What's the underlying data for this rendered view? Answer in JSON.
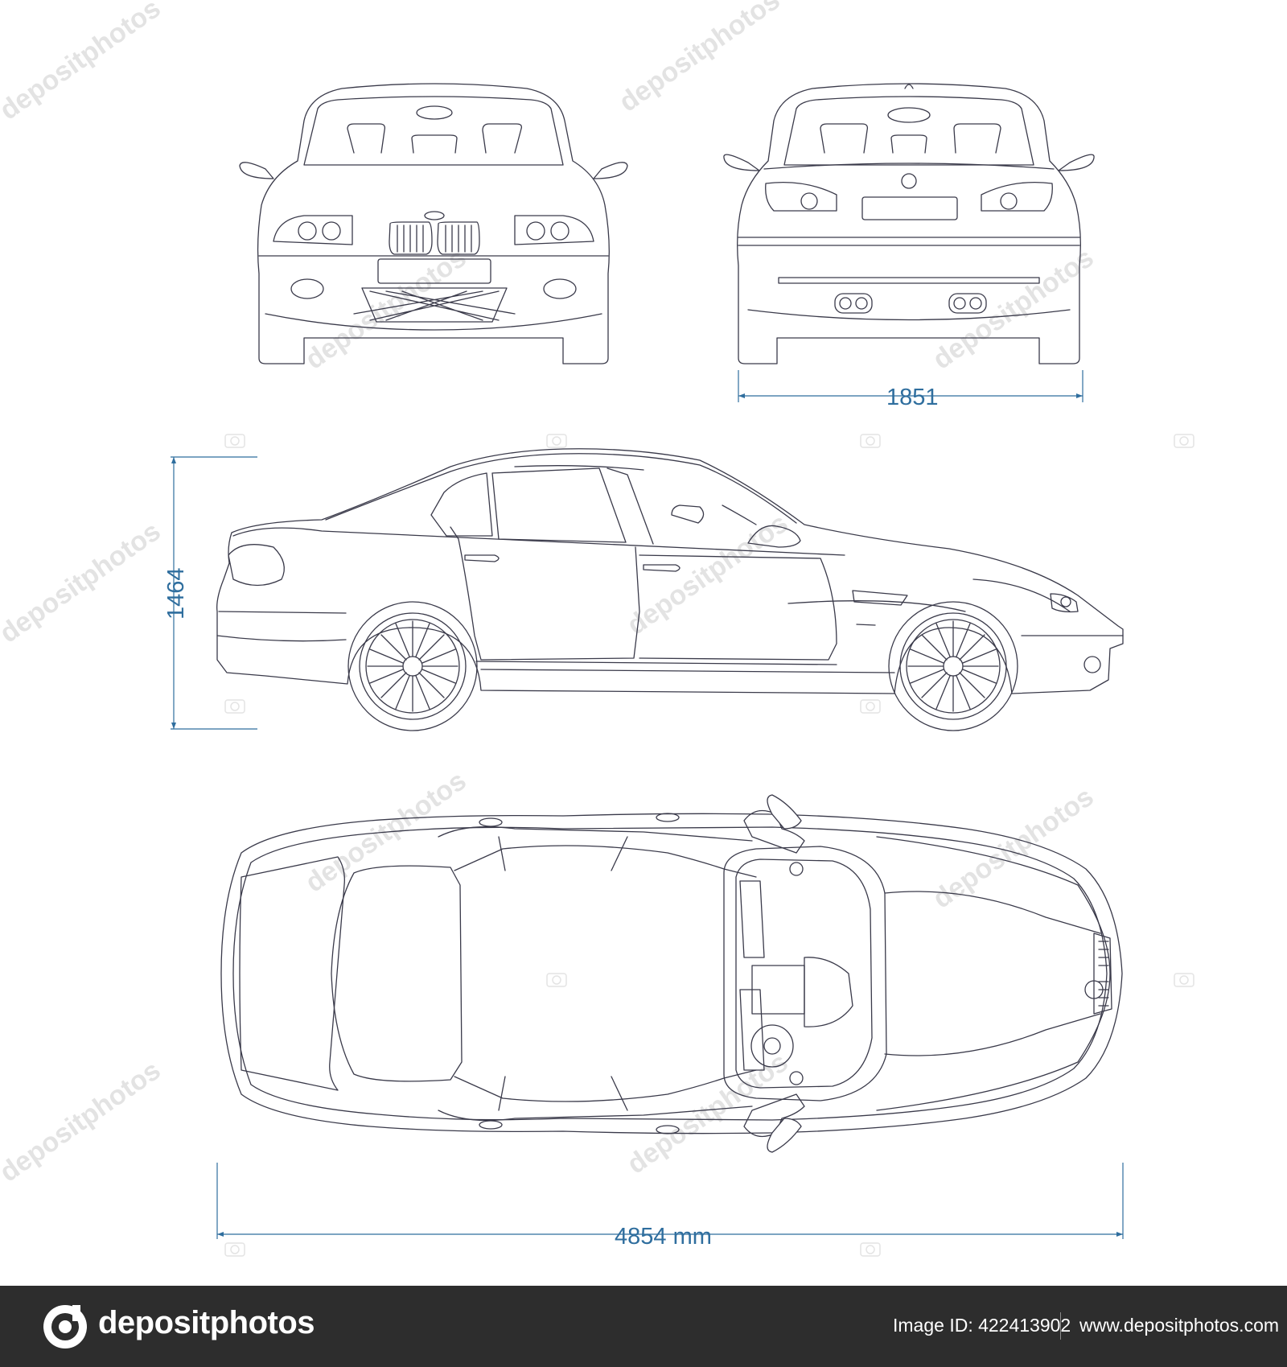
{
  "dimensions": {
    "width_label": "1851",
    "height_label": "1464",
    "length_label": "4854 mm"
  },
  "watermark": {
    "text": "depositphotos"
  },
  "footer": {
    "brand": "depositphotos",
    "image_id": "Image ID: 422413902",
    "url": "www.depositphotos.com"
  },
  "colors": {
    "dimension_blue": "#2f6e9e",
    "footer_background": "#2d2d2d",
    "line": "#3a3a4a"
  },
  "icons": [
    "depositphotos-logo-icon",
    "camera-watermark-icon"
  ]
}
